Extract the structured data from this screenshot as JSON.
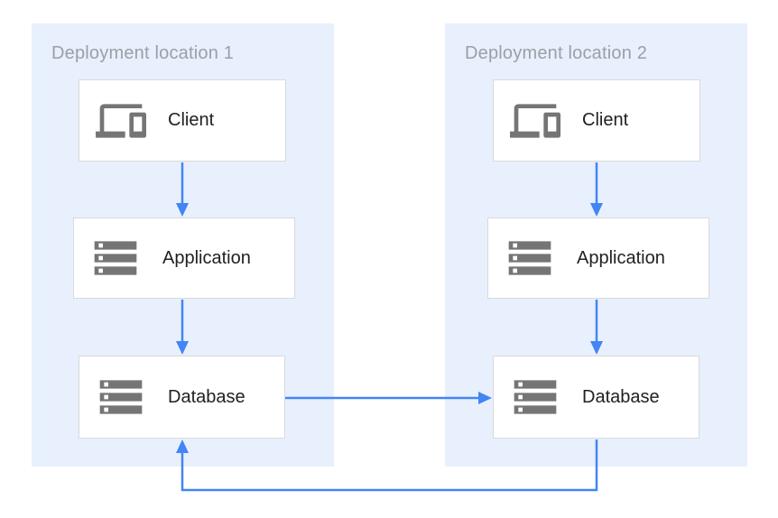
{
  "diagram": {
    "panels": [
      {
        "label": "Deployment location 1",
        "nodes": [
          {
            "label": "Client",
            "icon": "devices-icon"
          },
          {
            "label": "Application",
            "icon": "storage-icon"
          },
          {
            "label": "Database",
            "icon": "storage-icon"
          }
        ]
      },
      {
        "label": "Deployment location 2",
        "nodes": [
          {
            "label": "Client",
            "icon": "devices-icon"
          },
          {
            "label": "Application",
            "icon": "storage-icon"
          },
          {
            "label": "Database",
            "icon": "storage-icon"
          }
        ]
      }
    ],
    "edges": [
      {
        "from": "client-1",
        "to": "application-1",
        "direction": "down"
      },
      {
        "from": "application-1",
        "to": "database-1",
        "direction": "down"
      },
      {
        "from": "client-2",
        "to": "application-2",
        "direction": "down"
      },
      {
        "from": "application-2",
        "to": "database-2",
        "direction": "down"
      },
      {
        "from": "database-1",
        "to": "database-2",
        "direction": "right"
      },
      {
        "from": "database-2",
        "to": "database-1",
        "direction": "bottom-loop"
      }
    ],
    "colors": {
      "panel_bg": "#e8f0fe",
      "box_bg": "#ffffff",
      "box_border": "#d9d9d9",
      "arrow": "#4285f4",
      "icon": "#757575",
      "node_label": "#212124",
      "panel_label": "#9aa0a6"
    }
  }
}
